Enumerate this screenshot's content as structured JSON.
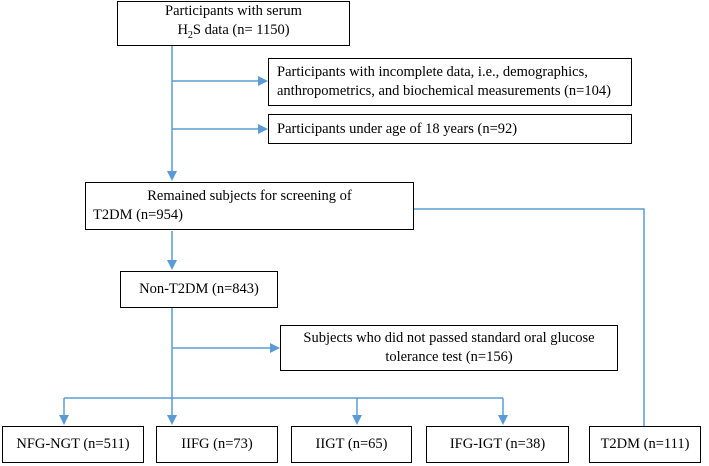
{
  "nodes": {
    "participants": {
      "line1": "Participants with serum",
      "line2_prefix": "H",
      "line2_sub": "2",
      "line2_suffix": "S data (n= 1150)"
    },
    "incomplete": {
      "line1": "Participants with incomplete data, i.e., demographics,",
      "line2": "anthropometrics, and biochemical measurements (n=104)"
    },
    "under18": {
      "line1": "Participants under age of 18 years (n=92)"
    },
    "remained": {
      "line1": "Remained subjects for screening of",
      "line2": "T2DM (n=954)"
    },
    "nont2dm": {
      "line1": "Non-T2DM (n=843)"
    },
    "ogtt": {
      "line1": "Subjects who did not passed standard oral glucose",
      "line2": "tolerance test (n=156)"
    },
    "nfg": {
      "line1": "NFG-NGT (n=511)"
    },
    "iifg": {
      "line1": "IIFG (n=73)"
    },
    "iigt": {
      "line1": "IIGT (n=65)"
    },
    "ifgigt": {
      "line1": "IFG-IGT (n=38)"
    },
    "t2dm": {
      "line1": "T2DM (n=111)"
    }
  },
  "colors": {
    "arrow": "#5b9bd5",
    "box_border": "#000000"
  }
}
